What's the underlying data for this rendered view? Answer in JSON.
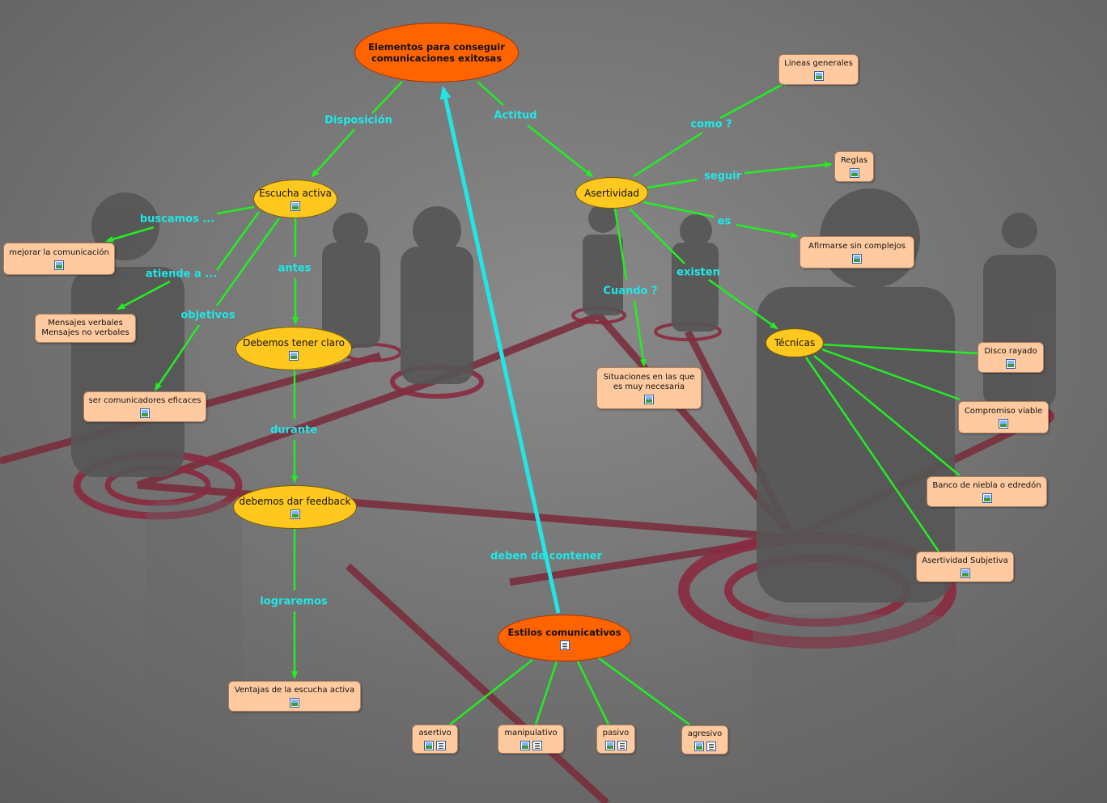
{
  "colors": {
    "link": "#22ee22",
    "main_link": "#22e6e6",
    "link_label": "#22e6e6",
    "oval_yellow": "#ffc81e",
    "oval_orange": "#ff6400",
    "box": "#ffcaa0"
  },
  "background": {
    "description_icons": [
      "person-silhouette",
      "network-ring"
    ]
  },
  "nodes": {
    "main": {
      "label": "Elementos para conseguir\ncomunicaciones exitosas"
    },
    "escucha": {
      "label": "Escucha activa",
      "icons": [
        "image-icon"
      ]
    },
    "asertividad": {
      "label": "Asertividad"
    },
    "mejorar": {
      "label": "mejorar la comunicación",
      "icons": [
        "image-icon"
      ]
    },
    "mensajes": {
      "label": "Mensajes verbales\nMensajes no verbales"
    },
    "comunicadores": {
      "label": "ser comunicadores eficaces",
      "icons": [
        "image-icon"
      ]
    },
    "claro": {
      "label": "Debemos tener claro",
      "icons": [
        "image-icon"
      ]
    },
    "feedback": {
      "label": "debemos dar feedback",
      "icons": [
        "image-icon"
      ]
    },
    "ventajas": {
      "label": "Ventajas de la escucha activa",
      "icons": [
        "image-icon"
      ]
    },
    "estilos": {
      "label": "Estilos comunicativos",
      "icons": [
        "document-icon"
      ]
    },
    "asertivo": {
      "label": "asertivo",
      "icons": [
        "image-icon",
        "document-icon"
      ]
    },
    "manipulativo": {
      "label": "manipulativo",
      "icons": [
        "image-icon",
        "document-icon"
      ]
    },
    "pasivo": {
      "label": "pasivo",
      "icons": [
        "image-icon",
        "document-icon"
      ]
    },
    "agresivo": {
      "label": "agresivo",
      "icons": [
        "image-icon",
        "document-icon"
      ]
    },
    "lineas": {
      "label": "Lineas generales",
      "icons": [
        "image-icon"
      ]
    },
    "reglas": {
      "label": "Reglas",
      "icons": [
        "image-icon"
      ]
    },
    "afirmarse": {
      "label": "Afirmarse sin complejos",
      "icons": [
        "image-icon"
      ]
    },
    "situaciones": {
      "label": "Situaciones en las que\nes muy necesaria",
      "icons": [
        "image-icon"
      ]
    },
    "tecnicas": {
      "label": "Técnicas"
    },
    "disco": {
      "label": "Disco rayado",
      "icons": [
        "image-icon"
      ]
    },
    "compromiso": {
      "label": "Compromiso viable",
      "icons": [
        "image-icon"
      ]
    },
    "banco": {
      "label": "Banco de niebla o edredón",
      "icons": [
        "image-icon"
      ]
    },
    "subjetiva": {
      "label": "Asertividad Subjetiva",
      "icons": [
        "image-icon"
      ]
    }
  },
  "link_labels": {
    "disposicion": "Disposición",
    "actitud": "Actitud",
    "buscamos": "buscamos ...",
    "atiende": "atiende a ...",
    "objetivos": "objetivos",
    "antes": "antes",
    "durante": "durante",
    "lograremos": "lograremos",
    "deben": "deben de contener",
    "como": "como ?",
    "seguir": "seguir",
    "es": "es",
    "cuando": "Cuando ?",
    "existen": "existen"
  }
}
